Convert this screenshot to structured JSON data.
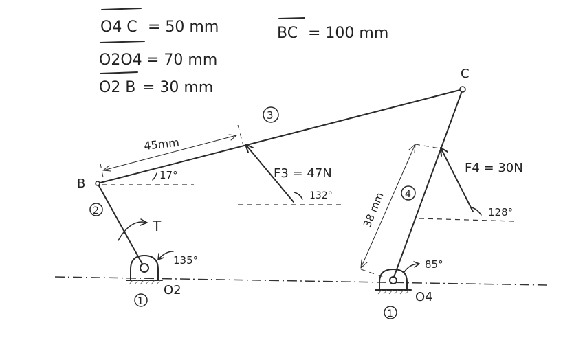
{
  "given": {
    "o4c": {
      "symbol": "O4 C",
      "value": "= 50 mm"
    },
    "o2o4": {
      "symbol": "O2O4",
      "value": "= 70 mm"
    },
    "o2b": {
      "symbol": "O2 B",
      "value": "= 30 mm"
    },
    "bc": {
      "symbol": "BC",
      "value": "= 100 mm"
    }
  },
  "labels": {
    "point_b": "B",
    "point_c": "C",
    "point_o2": "O2",
    "point_o4": "O4",
    "torque": "T",
    "link_2": "2",
    "link_3": "3",
    "link_4": "4",
    "ground_left": "1",
    "ground_right": "1",
    "dim_45": "45mm",
    "dim_38": "38 mm",
    "angle_17": "17°",
    "angle_135": "135°",
    "angle_85": "85°",
    "angle_132": "132°",
    "angle_128": "128°",
    "force_f3": "F3 = 47N",
    "force_f4": "F4 = 30N"
  }
}
